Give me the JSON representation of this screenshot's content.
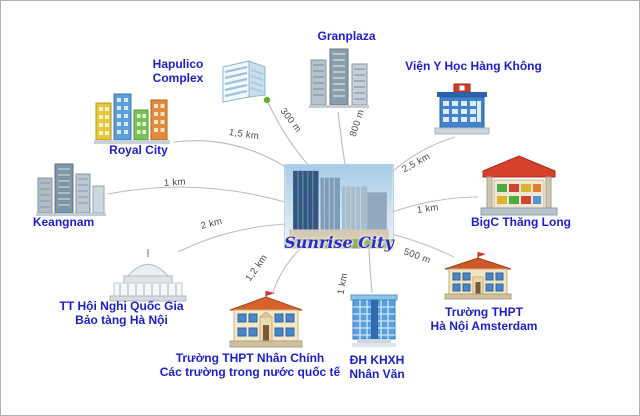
{
  "center": {
    "name": "Sunrise City",
    "icon": "apartment-complex-photo"
  },
  "locations": {
    "hapulico": {
      "line1": "Hapulico",
      "line2": "Complex",
      "distance": "300 m",
      "icon": "office-building"
    },
    "granplaza": {
      "line1": "Granplaza",
      "distance": "800 m",
      "icon": "skyscraper-cluster"
    },
    "vienyhoc": {
      "line1": "Viện Y Học Hàng Không",
      "distance": "2,5 km",
      "icon": "hospital-building"
    },
    "royalcity": {
      "line1": "Royal City",
      "distance": "1,5 km",
      "icon": "colorful-tower-cluster"
    },
    "keangnam": {
      "line1": "Keangnam",
      "distance": "1 km",
      "icon": "gray-tower-cluster"
    },
    "bigc": {
      "line1": "BigC Thăng Long",
      "distance": "1 km",
      "icon": "market-stall"
    },
    "tthoinghi": {
      "line1": "TT Hội Nghị Quốc Gia",
      "line2": "Bảo tàng Hà Nội",
      "distance": "2 km",
      "icon": "dome-hall"
    },
    "nhanchinh": {
      "line1": "Trường THPT Nhân Chính",
      "line2": "Các trường trong nước quốc tế",
      "distance": "1,2 km",
      "icon": "school-building"
    },
    "dhkhxh": {
      "line1": "ĐH KHXH",
      "line2": "Nhân Văn",
      "distance": "1 km",
      "icon": "glass-building"
    },
    "amsterdam": {
      "line1": "Trường THPT",
      "line2": "Hà Nội Amsterdam",
      "distance": "500 m",
      "icon": "school-building"
    }
  },
  "colors": {
    "label": "#1b1fce",
    "distance": "#4a4a4a",
    "line": "#bdbdbd",
    "dot": "#5cb531",
    "title": "#2a2ad4"
  }
}
